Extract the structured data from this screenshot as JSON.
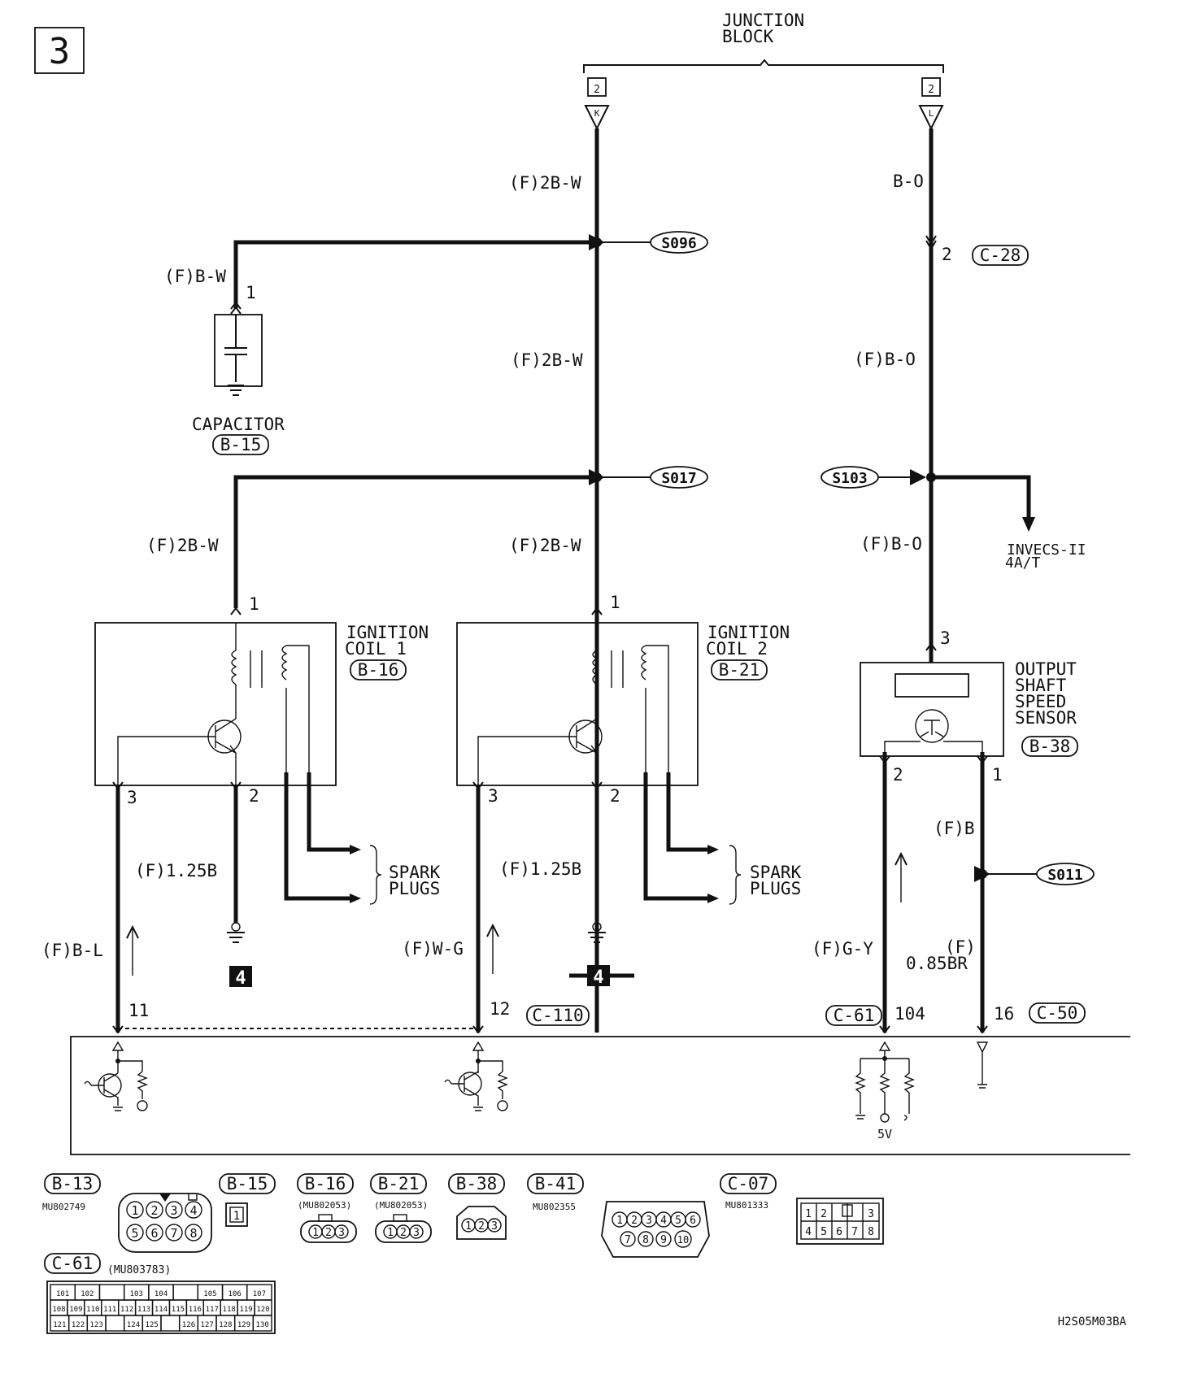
{
  "page_number": "3",
  "junction_block": {
    "line1": "JUNCTION",
    "line2": "BLOCK",
    "term_k_num": "2",
    "term_k": "K",
    "term_l_num": "2",
    "term_l": "L"
  },
  "wires": {
    "k_top": "(F)2B-W",
    "l_top": "B-O",
    "capacitor_feed": "(F)B-W",
    "mid_2bw": "(F)2B-W",
    "l_mid": "(F)B-O",
    "coil1_feed": "(F)2B-W",
    "coil2_feed": "(F)2B-W",
    "l_low": "(F)B-O",
    "coil1_ground": "(F)1.25B",
    "coil2_ground": "(F)1.25B",
    "coil1_signal": "(F)B-L",
    "coil2_signal": "(F)W-G",
    "sensor_signal": "(F)G-Y",
    "sensor_ground_top": "(F)B",
    "sensor_ground_low_1": "(F)",
    "sensor_ground_low_2": "0.85BR"
  },
  "splices": {
    "s096": "S096",
    "s017": "S017",
    "s103": "S103",
    "s011": "S011"
  },
  "connectors": {
    "c28": "C-28",
    "b15": "B-15",
    "b16": "B-16",
    "b21": "B-21",
    "b38": "B-38",
    "c110": "C-110",
    "c61": "C-61",
    "c50": "C-50"
  },
  "pins": {
    "c28": "2",
    "cap": "1",
    "coil1_in": "1",
    "coil2_in": "1",
    "coil1_sig": "3",
    "coil1_gnd": "2",
    "coil2_sig": "3",
    "coil2_gnd": "2",
    "sensor_pwr": "3",
    "sensor_sig": "2",
    "sensor_gnd": "1",
    "ecu_11": "11",
    "ecu_12": "12",
    "ecu_104": "104",
    "ecu_16": "16"
  },
  "components": {
    "capacitor": "CAPACITOR",
    "coil1_line1": "IGNITION",
    "coil1_line2": "COIL 1",
    "coil2_line1": "IGNITION",
    "coil2_line2": "COIL 2",
    "sensor_line1": "OUTPUT",
    "sensor_line2": "SHAFT",
    "sensor_line3": "SPEED",
    "sensor_line4": "SENSOR",
    "spark1_line1": "SPARK",
    "spark1_line2": "PLUGS",
    "spark2_line1": "SPARK",
    "spark2_line2": "PLUGS",
    "invecs_line1": "INVECS-II",
    "invecs_line2": "4A/T",
    "ground_ref_1": "4",
    "ground_ref_2": "4",
    "ecu_5v": "5V"
  },
  "connector_views": {
    "b13": {
      "label": "B-13",
      "part": "MU802749",
      "pins_top": [
        "1",
        "2",
        "3",
        "4"
      ],
      "pins_bottom": [
        "5",
        "6",
        "7",
        "8"
      ]
    },
    "b15": {
      "label": "B-15",
      "pin": "1"
    },
    "b16": {
      "label": "B-16",
      "part": "(MU802053)",
      "pins": [
        "1",
        "2",
        "3"
      ]
    },
    "b21": {
      "label": "B-21",
      "part": "(MU802053)",
      "pins": [
        "1",
        "2",
        "3"
      ]
    },
    "b38": {
      "label": "B-38",
      "pins": [
        "1",
        "2",
        "3"
      ]
    },
    "b41": {
      "label": "B-41",
      "part": "MU802355",
      "pins_top": [
        "1",
        "2",
        "3",
        "4",
        "5",
        "6"
      ],
      "pins_bottom": [
        "7",
        "8",
        "9",
        "10"
      ]
    },
    "c07": {
      "label": "C-07",
      "part": "MU801333",
      "pins_top": [
        "1",
        "2",
        "",
        "3"
      ],
      "pins_bottom": [
        "4",
        "5",
        "6",
        "7",
        "8"
      ]
    },
    "c61": {
      "label": "C-61",
      "part": "(MU803783)",
      "row1": [
        "101",
        "102",
        "",
        "103",
        "104",
        "",
        "105",
        "106",
        "107"
      ],
      "row2": [
        "108",
        "109",
        "110",
        "111",
        "112",
        "113",
        "114",
        "115",
        "116",
        "117",
        "118",
        "119",
        "120"
      ],
      "row3": [
        "121",
        "122",
        "123",
        "",
        "124",
        "125",
        "",
        "126",
        "127",
        "128",
        "129",
        "130"
      ]
    }
  },
  "diagram_code": "H2S05M03BA"
}
